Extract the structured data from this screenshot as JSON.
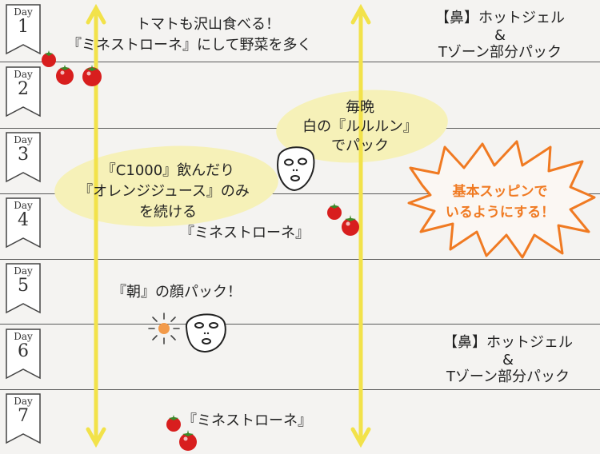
{
  "days": [
    {
      "word": "Day",
      "num": "1"
    },
    {
      "word": "Day",
      "num": "2"
    },
    {
      "word": "Day",
      "num": "3"
    },
    {
      "word": "Day",
      "num": "4"
    },
    {
      "word": "Day",
      "num": "5"
    },
    {
      "word": "Day",
      "num": "6"
    },
    {
      "word": "Day",
      "num": "7"
    }
  ],
  "top_note": {
    "line1": "トマトも沢山食べる！",
    "line2": "『ミネストローネ』にして野菜を多く"
  },
  "nose_top": {
    "line1": "【鼻】ホットジェル",
    "line2": "&",
    "line3": "Tゾーン部分パック"
  },
  "night_pack": {
    "line1": "毎晩",
    "line2": "白の『ルルルン』",
    "line3": "でパック"
  },
  "juice_note": {
    "line1": "『C1000』飲んだり",
    "line2": "『オレンジジュース』のみ",
    "line3": "を続ける"
  },
  "burst": {
    "line1": "基本スッピンで",
    "line2": "いるようにする！"
  },
  "minestrone_day4": "『ミネストローネ』",
  "morning_pack": "『朝』の顔パック！",
  "nose_day6": {
    "line1": "【鼻】ホットジェル",
    "line2": "&",
    "line3": "Tゾーン部分パック"
  },
  "minestrone_day7": "『ミネストローネ』",
  "colors": {
    "arrow": "#f2e24a",
    "blob": "#f6f1b8",
    "burst": "#f07a22",
    "tomato": "#d81e1e",
    "line": "#5a5a5a"
  }
}
